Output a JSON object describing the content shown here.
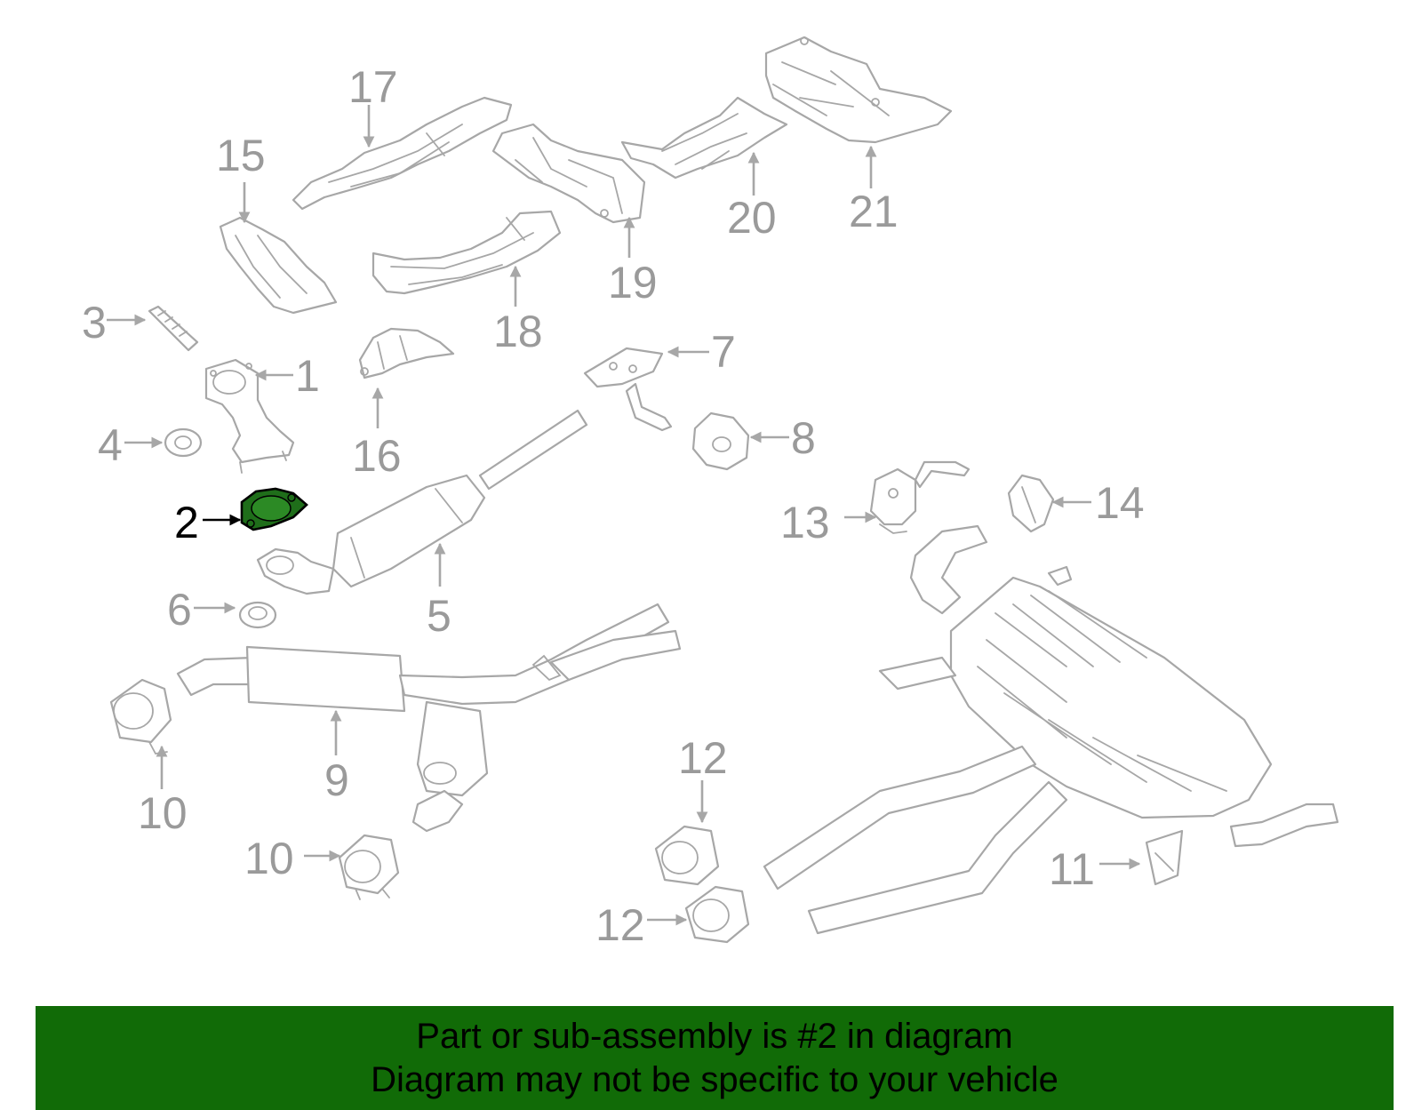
{
  "diagram": {
    "highlight_part": "2",
    "highlight_color": "#1f6e1a",
    "callouts": {
      "c1": "1",
      "c2": "2",
      "c3": "3",
      "c4": "4",
      "c5": "5",
      "c6": "6",
      "c7": "7",
      "c8": "8",
      "c9": "9",
      "c10a": "10",
      "c10b": "10",
      "c11": "11",
      "c12a": "12",
      "c12b": "12",
      "c13": "13",
      "c14": "14",
      "c15": "15",
      "c16": "16",
      "c17": "17",
      "c18": "18",
      "c19": "19",
      "c20": "20",
      "c21": "21"
    }
  },
  "banner": {
    "line1": "Part or sub-assembly is #2 in diagram",
    "line2": "Diagram may not be specific to your vehicle",
    "background": "#116b07"
  }
}
